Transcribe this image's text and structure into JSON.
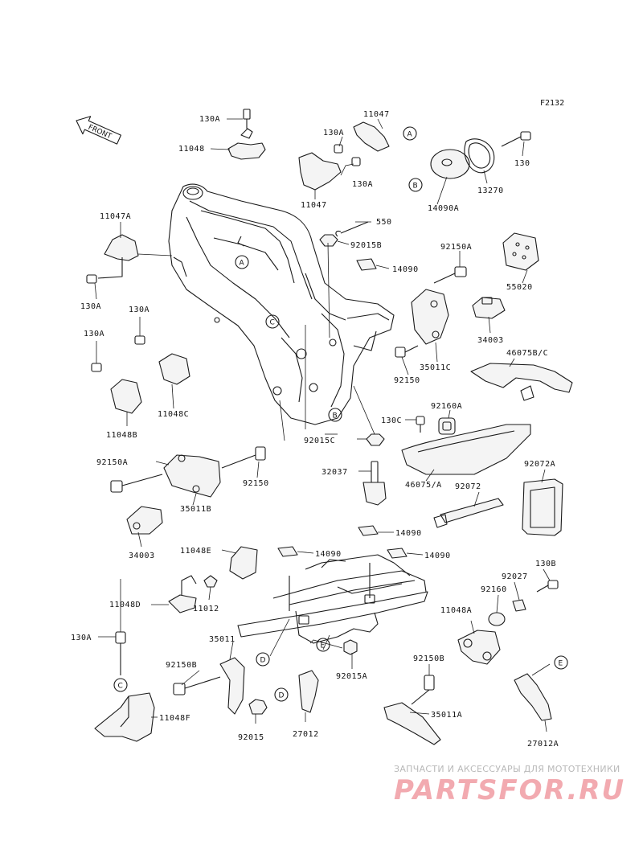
{
  "diagram_code": "F2132",
  "front_label": "FRONT",
  "watermark": {
    "tagline": "ЗАПЧАСТИ И АКСЕССУАРЫ ДЛЯ МОТОТЕХНИКИ",
    "brand": "PARTSFOR.RU",
    "brand_color": "#f2aab0"
  },
  "ref_letters": [
    "A",
    "B",
    "C",
    "D",
    "E"
  ],
  "callouts": [
    {
      "id": "c01",
      "text": "130A"
    },
    {
      "id": "c02",
      "text": "11048"
    },
    {
      "id": "c03",
      "text": "11047"
    },
    {
      "id": "c04",
      "text": "130A"
    },
    {
      "id": "c05",
      "text": "130A"
    },
    {
      "id": "c06",
      "text": "11047"
    },
    {
      "id": "c07",
      "text": "14090A"
    },
    {
      "id": "c08",
      "text": "13270"
    },
    {
      "id": "c09",
      "text": "130"
    },
    {
      "id": "c10",
      "text": "11047A"
    },
    {
      "id": "c11",
      "text": "130A"
    },
    {
      "id": "c12",
      "text": "550"
    },
    {
      "id": "c13",
      "text": "92015B"
    },
    {
      "id": "c14",
      "text": "14090"
    },
    {
      "id": "c15",
      "text": "92150A"
    },
    {
      "id": "c16",
      "text": "55020"
    },
    {
      "id": "c17",
      "text": "130A"
    },
    {
      "id": "c18",
      "text": "130A"
    },
    {
      "id": "c19",
      "text": "34003"
    },
    {
      "id": "c20",
      "text": "46075B/C"
    },
    {
      "id": "c21",
      "text": "92150"
    },
    {
      "id": "c22",
      "text": "35011C"
    },
    {
      "id": "c23",
      "text": "11048C"
    },
    {
      "id": "c24",
      "text": "11048B"
    },
    {
      "id": "c25",
      "text": "92160A"
    },
    {
      "id": "c26",
      "text": "130C"
    },
    {
      "id": "c27",
      "text": "92015C"
    },
    {
      "id": "c28",
      "text": "92150A"
    },
    {
      "id": "c29",
      "text": "92150"
    },
    {
      "id": "c30",
      "text": "32037"
    },
    {
      "id": "c31",
      "text": "46075/A"
    },
    {
      "id": "c32",
      "text": "92072"
    },
    {
      "id": "c33",
      "text": "92072A"
    },
    {
      "id": "c34",
      "text": "35011B"
    },
    {
      "id": "c35",
      "text": "34003"
    },
    {
      "id": "c36",
      "text": "14090"
    },
    {
      "id": "c37",
      "text": "11048E"
    },
    {
      "id": "c38",
      "text": "14090"
    },
    {
      "id": "c39",
      "text": "14090"
    },
    {
      "id": "c40",
      "text": "11048D"
    },
    {
      "id": "c41",
      "text": "11012"
    },
    {
      "id": "c42",
      "text": "130B"
    },
    {
      "id": "c43",
      "text": "92027"
    },
    {
      "id": "c44",
      "text": "92160"
    },
    {
      "id": "c45",
      "text": "11048A"
    },
    {
      "id": "c46",
      "text": "130A"
    },
    {
      "id": "c47",
      "text": "35011"
    },
    {
      "id": "c48",
      "text": "92150B"
    },
    {
      "id": "c49",
      "text": "92015A"
    },
    {
      "id": "c50",
      "text": "92150B"
    },
    {
      "id": "c51",
      "text": "35011A"
    },
    {
      "id": "c52",
      "text": "11048F"
    },
    {
      "id": "c53",
      "text": "92015"
    },
    {
      "id": "c54",
      "text": "27012"
    },
    {
      "id": "c55",
      "text": "27012A"
    }
  ]
}
